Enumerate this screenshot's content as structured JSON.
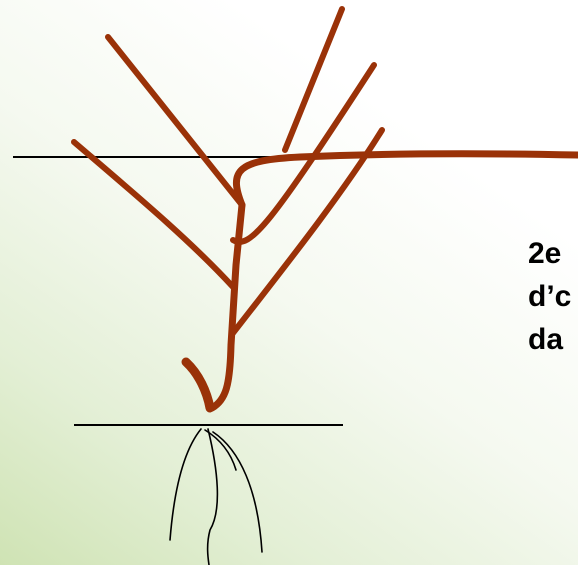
{
  "caption": {
    "line1": "2e",
    "line2": "d’c",
    "line3": "da"
  },
  "colors": {
    "vine": "#9a3208",
    "root": "#000000",
    "guide_line": "#000000",
    "background_tint": "#cfe3b4"
  }
}
